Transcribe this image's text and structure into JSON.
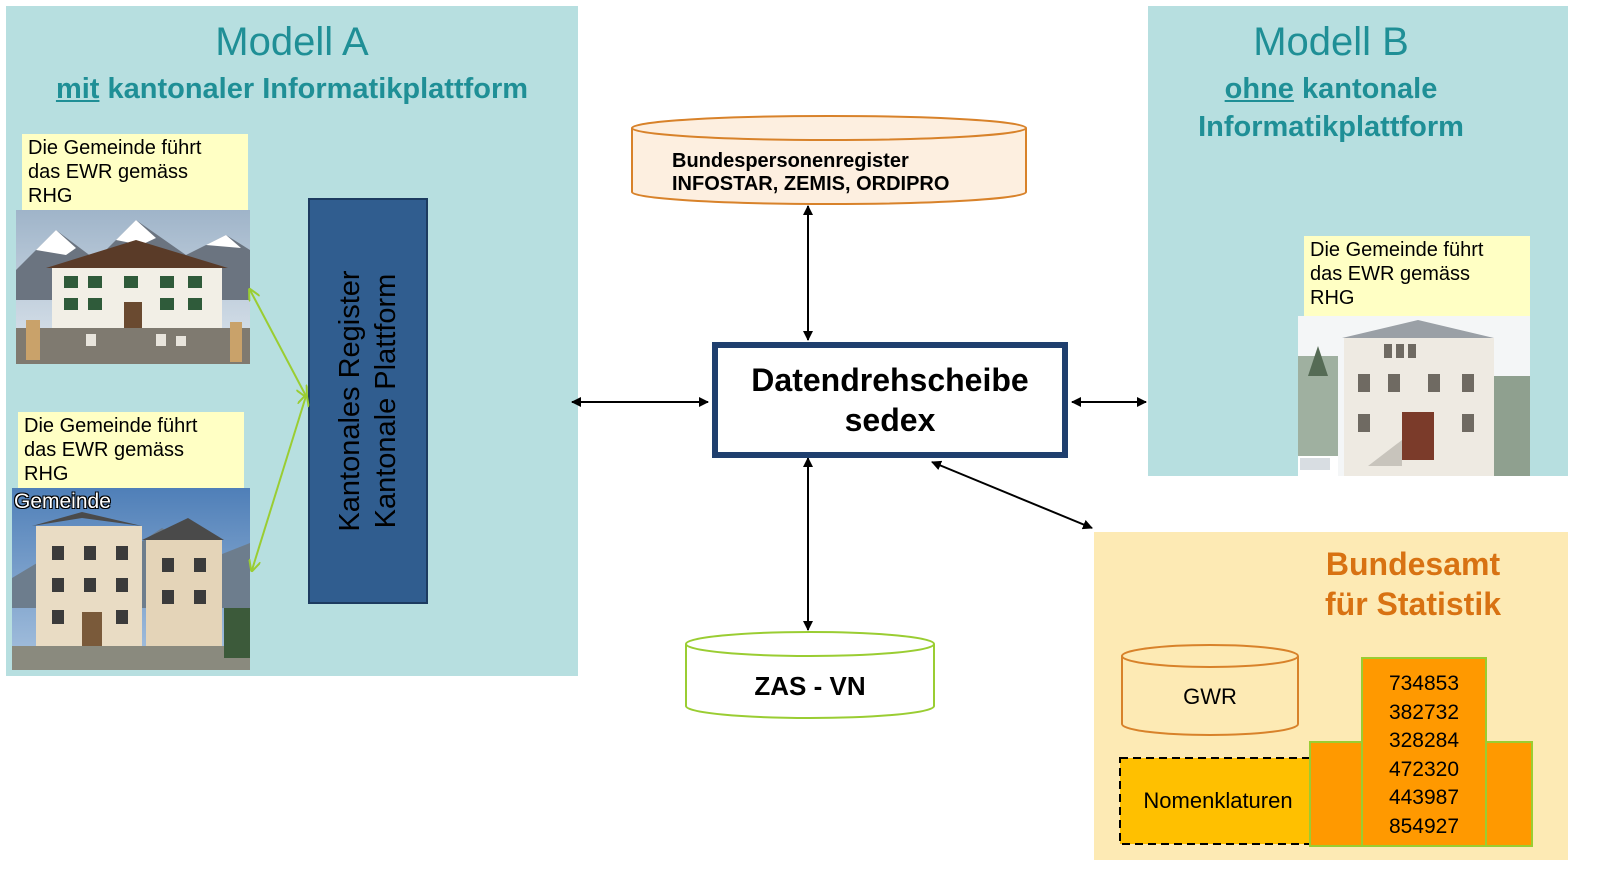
{
  "model_a": {
    "title": "Modell A",
    "sub_keyword": "mit",
    "sub_rest": " kantonaler Informatikplattform",
    "note_top": [
      "Die Gemeinde führt",
      "das EWR gemäss",
      "RHG"
    ],
    "note_bottom": [
      "Die Gemeinde führt",
      "das EWR gemäss",
      "RHG"
    ],
    "photo_caption": "Gemeinde",
    "cantonal_box": [
      "Kantonales Register",
      "Kantonale Plattform"
    ]
  },
  "model_b": {
    "title": "Modell B",
    "sub_keyword": "ohne",
    "sub_rest": " kantonale",
    "sub_line2": "Informatikplattform",
    "note": [
      "Die Gemeinde führt",
      "das EWR gemäss",
      "RHG"
    ]
  },
  "federal_registers": {
    "line1": "Bundespersonenregister",
    "line2": "INFOSTAR, ZEMIS, ORDIPRO"
  },
  "hub": {
    "line1": "Datendrehscheibe",
    "line2": "sedex"
  },
  "zas": {
    "label": "ZAS - VN"
  },
  "bfs": {
    "line1": "Bundesamt",
    "line2": "für Statistik",
    "gwr_label": "GWR",
    "nomenclature_label": "Nomenklaturen",
    "numbers": [
      "734853",
      "382732",
      "328284",
      "472320",
      "443987",
      "854927"
    ]
  },
  "colors": {
    "panel_teal": "#b7dfe0",
    "title_teal": "#1f8f96",
    "cantonal_box": "#305d8f",
    "hub_border": "#1f3f6e",
    "bfs_panel": "#fdeab4",
    "bfs_text": "#d87212",
    "orange_block": "#ff9900",
    "green_line": "#9acd32"
  }
}
